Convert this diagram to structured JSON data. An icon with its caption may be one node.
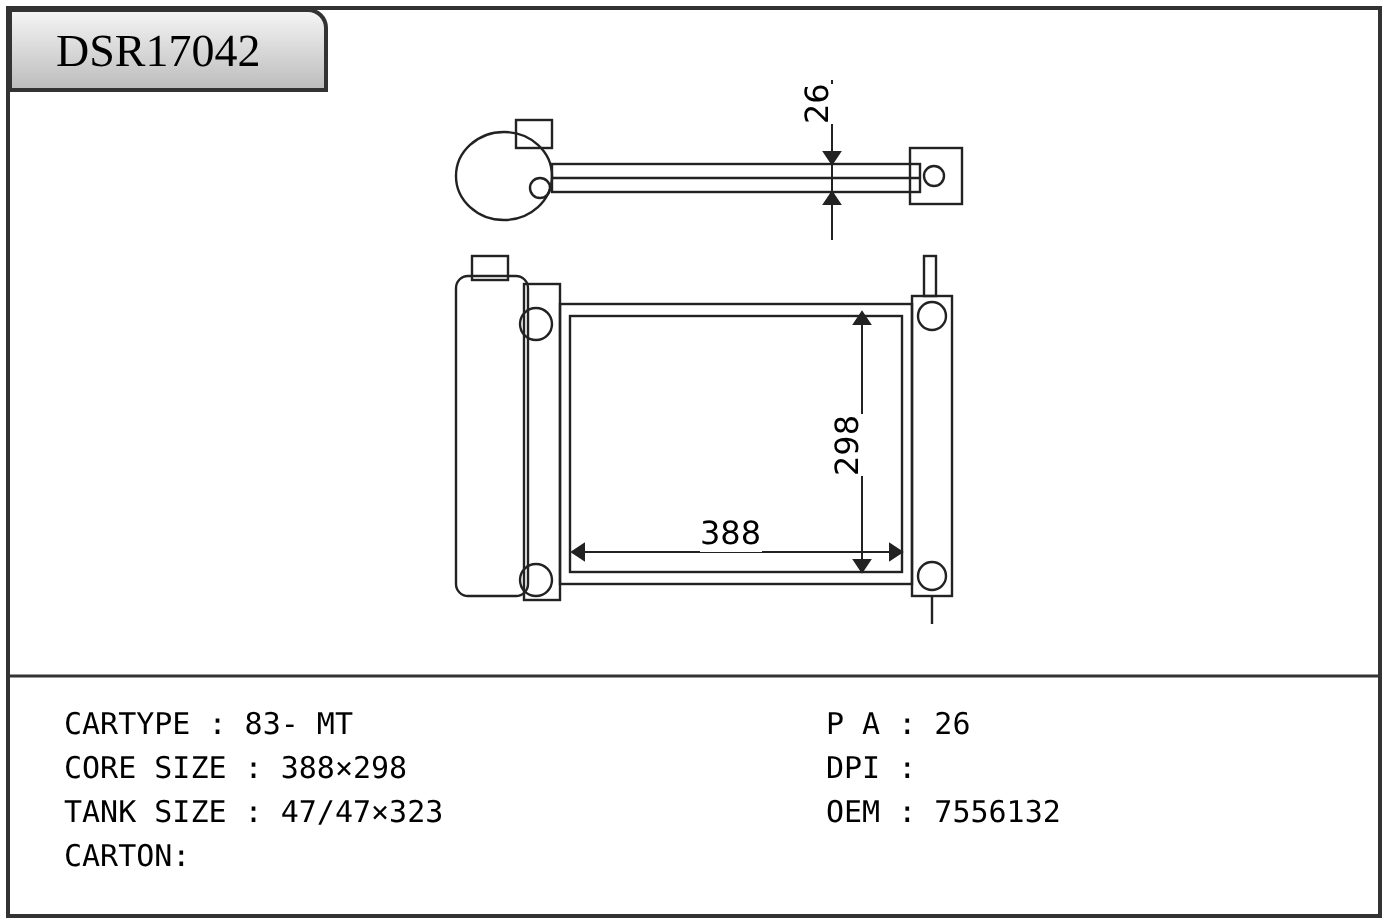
{
  "diagram": {
    "title": "DSR17042",
    "labels": [
      "26",
      "298",
      "388",
      "CARTYPE : 83- MT",
      "P A : 26",
      "CORE SIZE : 388×298",
      "DPI :",
      "TANK SIZE : 47/47×323",
      "OEM : 7556132",
      "CARTON:"
    ]
  }
}
